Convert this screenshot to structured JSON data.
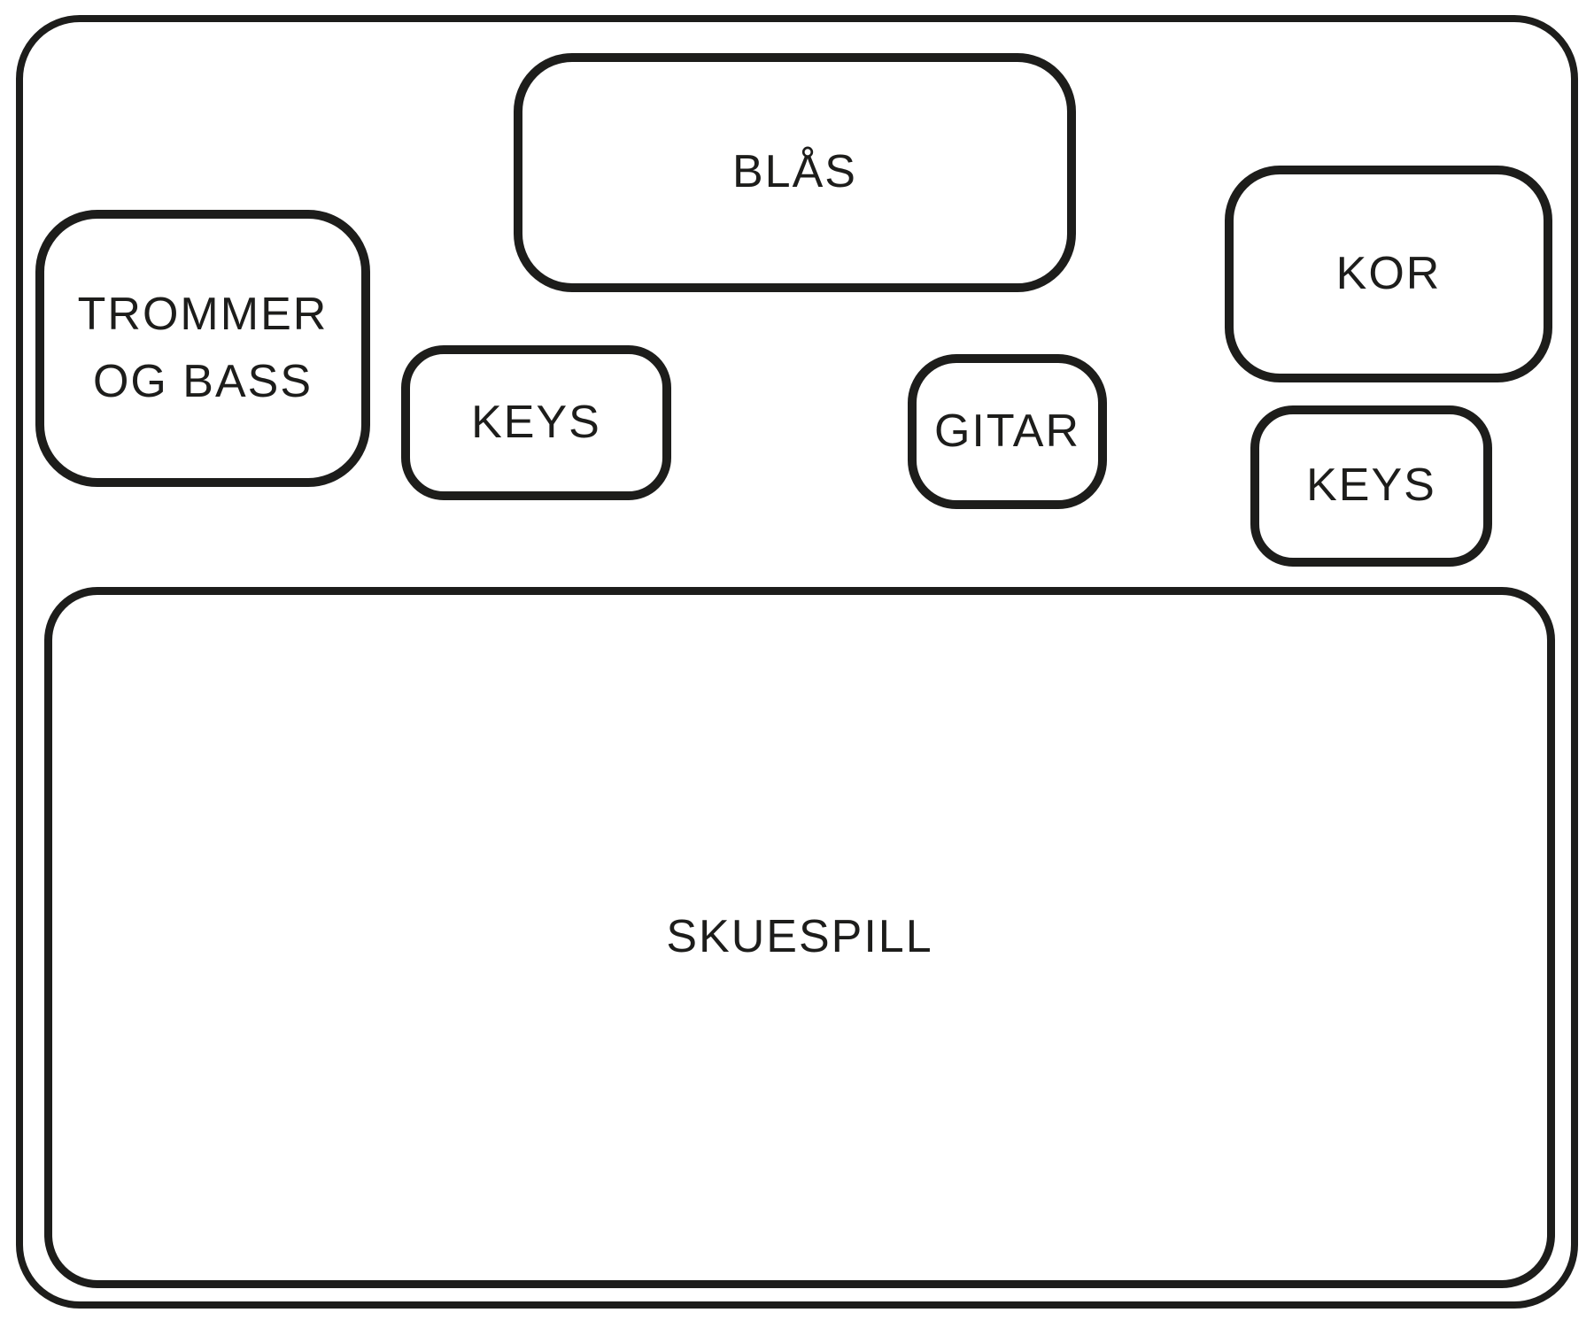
{
  "diagram": {
    "type": "stage-plot",
    "boxes": {
      "blas": {
        "label": "BLÅS"
      },
      "trommer": {
        "line1": "TROMMER",
        "line2": "OG BASS"
      },
      "keys_left": {
        "label": "KEYS"
      },
      "gitar": {
        "label": "GITAR"
      },
      "kor": {
        "label": "KOR"
      },
      "keys_right": {
        "label": "KEYS"
      },
      "skuespill": {
        "label": "SKUESPILL"
      }
    }
  },
  "colors": {
    "stroke": "#1d1d1b",
    "background": "#ffffff"
  }
}
